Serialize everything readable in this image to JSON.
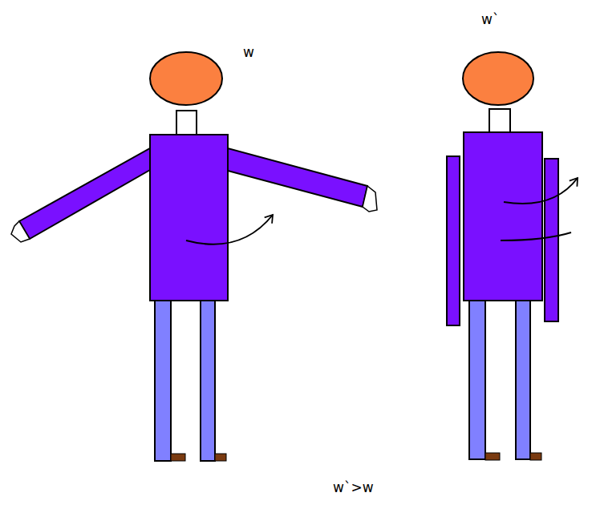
{
  "diagram": {
    "labels": [
      "w",
      "w`",
      "w`>w"
    ]
  }
}
